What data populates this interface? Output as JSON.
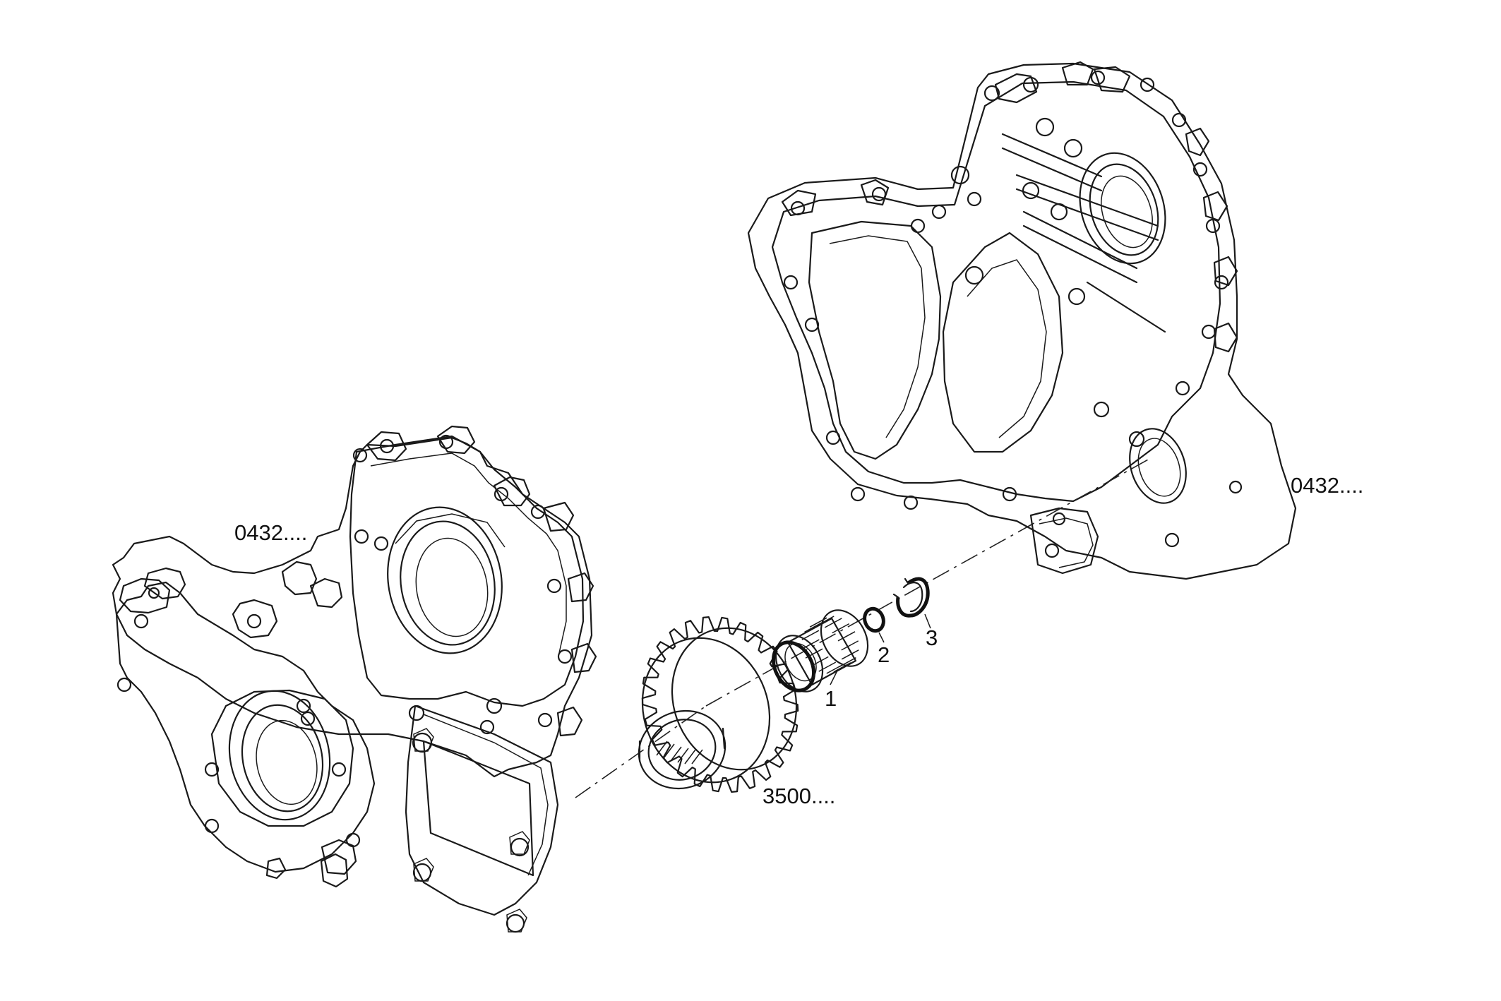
{
  "labels": {
    "housing_left": "0432....",
    "housing_right": "0432....",
    "gear": "3500....",
    "item_1": "1",
    "item_2": "2",
    "item_3": "3"
  }
}
